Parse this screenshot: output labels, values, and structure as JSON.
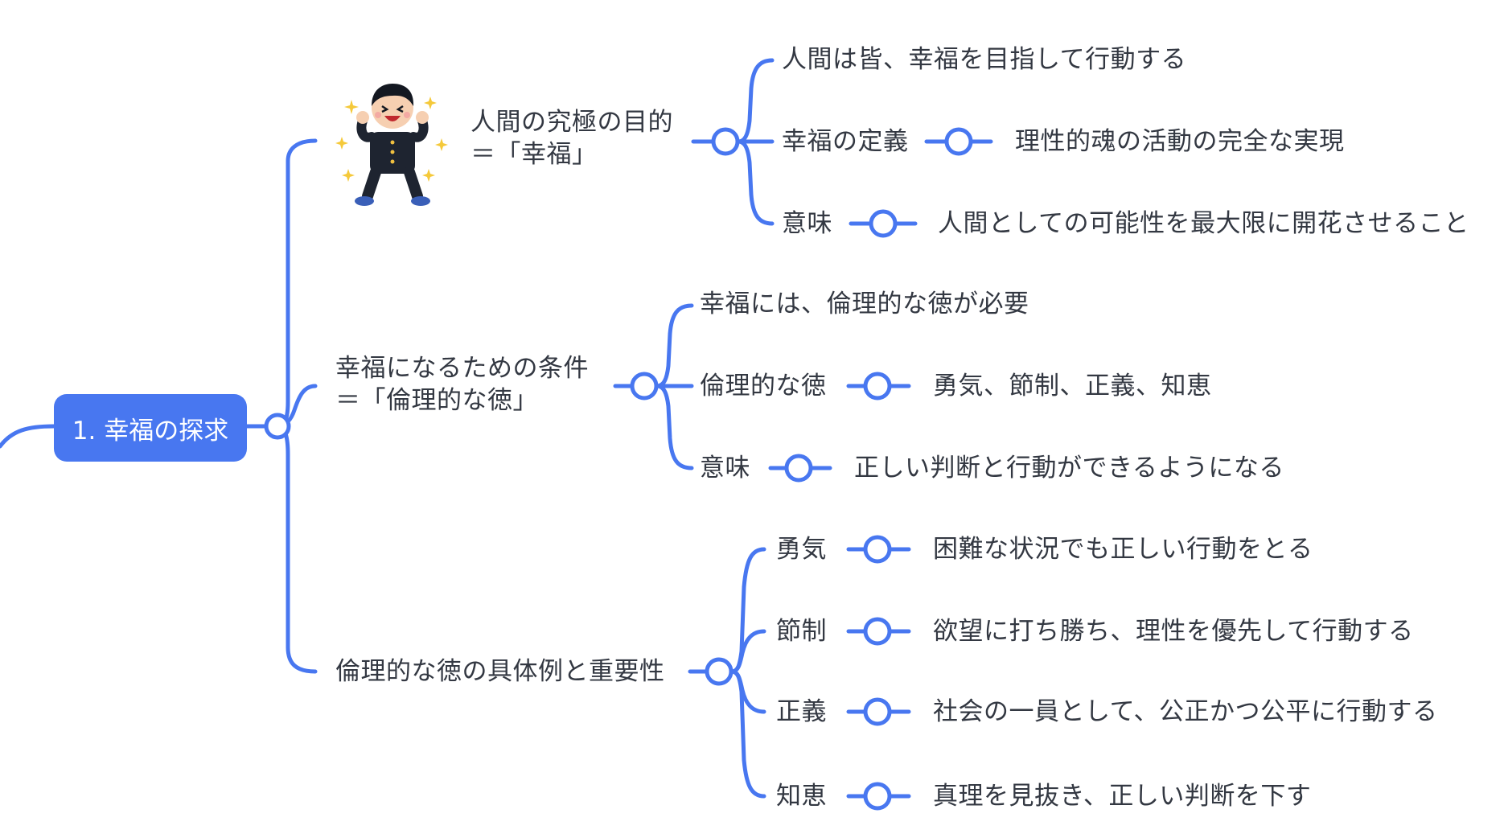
{
  "root": {
    "label": "1. 幸福の探求"
  },
  "branches": [
    {
      "label_lines": [
        "人間の究極の目的",
        "＝「幸福」"
      ],
      "illustration": "cheering-student-icon",
      "children": [
        {
          "label": "人間は皆、幸福を目指して行動する",
          "detail": ""
        },
        {
          "label": "幸福の定義",
          "detail": "理性的魂の活動の完全な実現"
        },
        {
          "label": "意味",
          "detail": "人間としての可能性を最大限に開花させること"
        }
      ]
    },
    {
      "label_lines": [
        "幸福になるための条件",
        "＝「倫理的な徳」"
      ],
      "children": [
        {
          "label": "幸福には、倫理的な徳が必要",
          "detail": ""
        },
        {
          "label": "倫理的な徳",
          "detail": "勇気、節制、正義、知恵"
        },
        {
          "label": "意味",
          "detail": "正しい判断と行動ができるようになる"
        }
      ]
    },
    {
      "label_lines": [
        "倫理的な徳の具体例と重要性"
      ],
      "children": [
        {
          "label": "勇気",
          "detail": "困難な状況でも正しい行動をとる"
        },
        {
          "label": "節制",
          "detail": "欲望に打ち勝ち、理性を優先して行動する"
        },
        {
          "label": "正義",
          "detail": "社会の一員として、公正かつ公平に行動する"
        },
        {
          "label": "知恵",
          "detail": "真理を見抜き、正しい判断を下す"
        }
      ]
    }
  ],
  "colors": {
    "accent": "#4877f0",
    "text": "#333842",
    "background": "#ffffff"
  }
}
